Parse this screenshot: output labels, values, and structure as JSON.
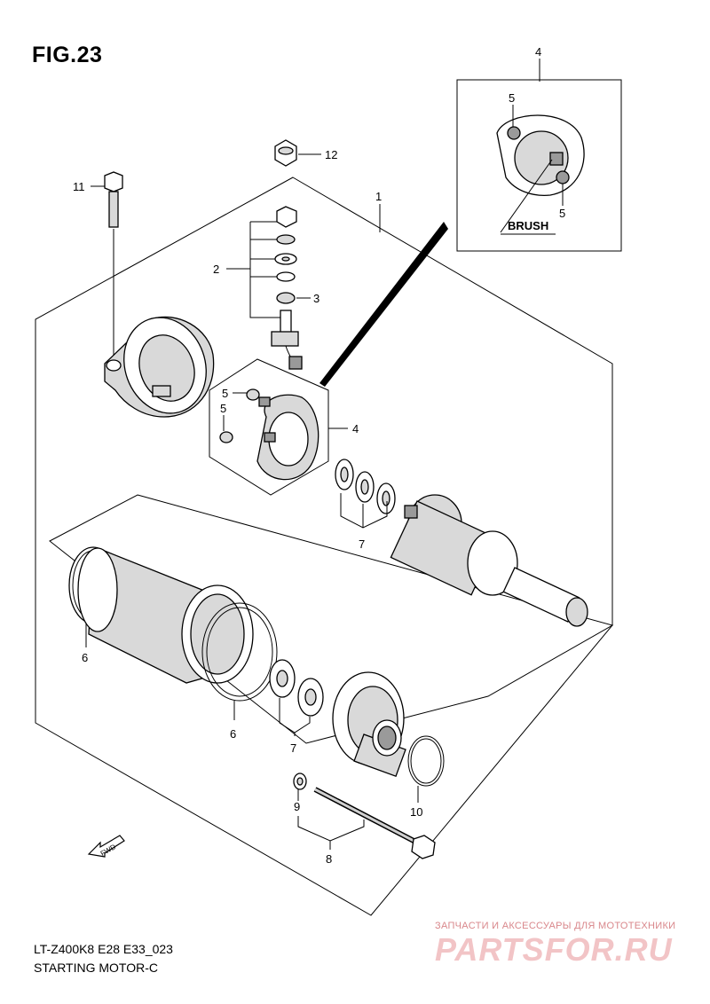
{
  "figure": {
    "title": "FIG.23",
    "model_code": "LT-Z400K8 E28 E33_023",
    "section_name": "STARTING MOTOR-C"
  },
  "callouts": {
    "p1": "1",
    "p2": "2",
    "p3": "3",
    "p4_top": "4",
    "p4": "4",
    "p5_a": "5",
    "p5_b": "5",
    "p5_c": "5",
    "p5_d": "5",
    "p6_a": "6",
    "p6_b": "6",
    "p7_a": "7",
    "p7_b": "7",
    "p8": "8",
    "p9": "9",
    "p10": "10",
    "p11": "11",
    "p12": "12"
  },
  "detail": {
    "brush_label": "BRUSH"
  },
  "fwd_arrow_label": "FWD",
  "watermark": {
    "top_text": "ЗАПЧАСТИ И АКСЕССУАРЫ ДЛЯ МОТОТЕХНИКИ",
    "logo_text": "PARTSFOR.RU"
  }
}
